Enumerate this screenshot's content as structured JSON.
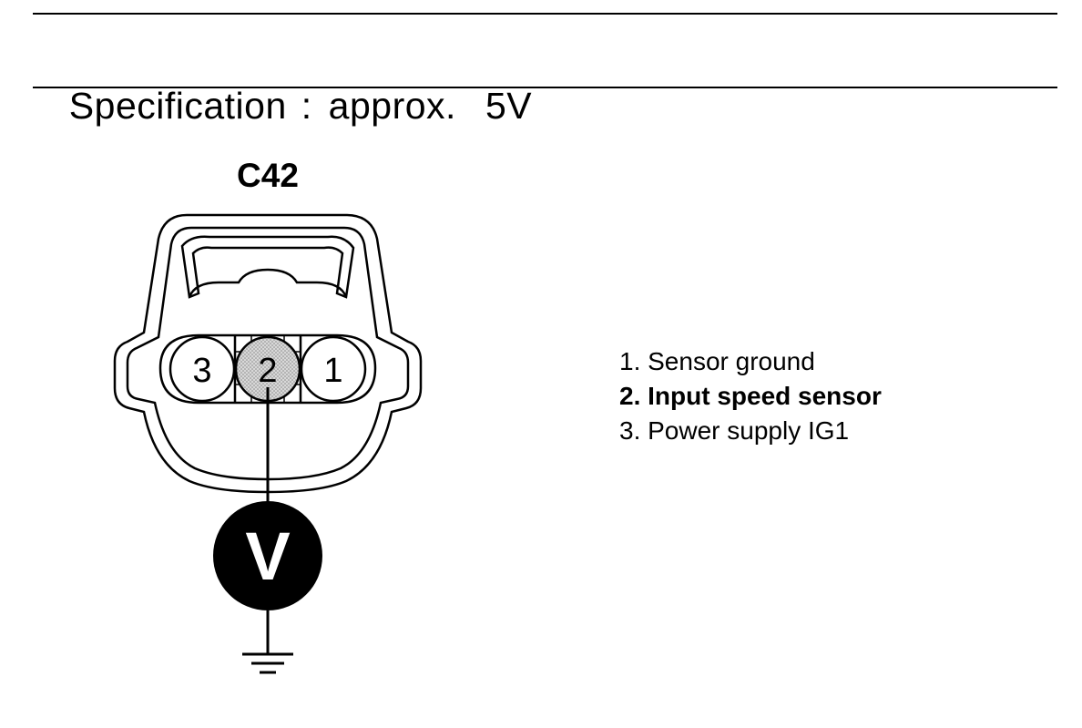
{
  "specification": {
    "label": "Specification",
    "separator": ":",
    "qualifier": "approx.",
    "value": "5V"
  },
  "connector": {
    "id": "C42",
    "pins": [
      {
        "number": "3",
        "highlighted": false
      },
      {
        "number": "2",
        "highlighted": true
      },
      {
        "number": "1",
        "highlighted": false
      }
    ]
  },
  "meter": {
    "symbol": "V",
    "fill_color": "#000000",
    "symbol_color": "#ffffff"
  },
  "ground_symbol": "ground-icon",
  "legend": [
    {
      "text": "1. Sensor ground",
      "bold": false
    },
    {
      "text": "2. Input speed sensor",
      "bold": true
    },
    {
      "text": "3. Power supply IG1",
      "bold": false
    }
  ],
  "colors": {
    "line": "#000000",
    "highlight_pin": "#cfcfcf",
    "background": "#ffffff"
  }
}
